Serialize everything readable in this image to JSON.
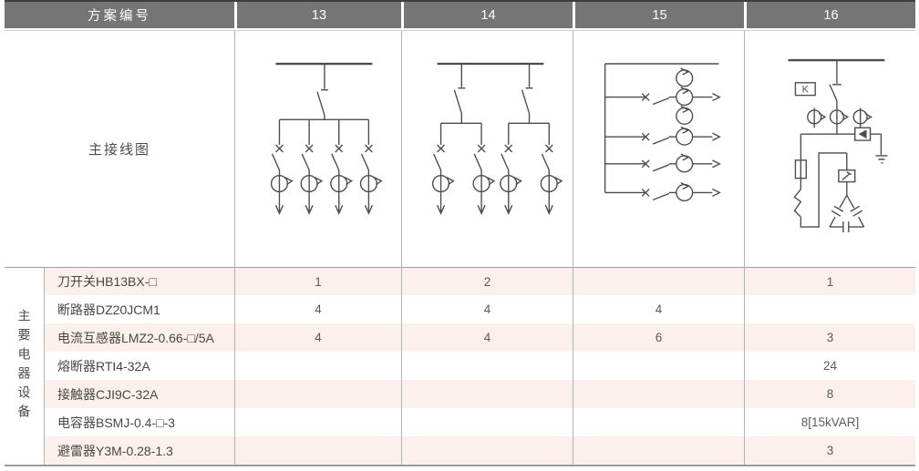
{
  "header": {
    "scheme_label": "方案编号",
    "scheme_numbers": [
      "13",
      "14",
      "15",
      "16"
    ]
  },
  "diagram_section": {
    "label": "主接线图",
    "k_box_label": "K"
  },
  "equipment_section": {
    "group_label": "主要电器设备",
    "rows": [
      {
        "name": "刀开关HB13BX-□",
        "values": [
          "1",
          "2",
          "",
          "1"
        ]
      },
      {
        "name": "断路器DZ20JCM1",
        "values": [
          "4",
          "4",
          "4",
          ""
        ]
      },
      {
        "name": "电流互感器LMZ2-0.66-□/5A",
        "values": [
          "4",
          "4",
          "6",
          "3"
        ]
      },
      {
        "name": "熔断器RTI4-32A",
        "values": [
          "",
          "",
          "",
          "24"
        ]
      },
      {
        "name": "接触器CJI9C-32A",
        "values": [
          "",
          "",
          "",
          "8"
        ]
      },
      {
        "name": "电容器BSMJ-0.4-□-3",
        "values": [
          "",
          "",
          "",
          "8[15kVAR]"
        ]
      },
      {
        "name": "避雷器Y3M-0.28-1.3",
        "values": [
          "",
          "",
          "",
          "3"
        ]
      }
    ]
  },
  "colors": {
    "header_bg": "#757575",
    "header_text": "#ffffff",
    "stripe_bg": "#fcf0ec",
    "top_border": "#3f3f3f",
    "bottom_border": "#9a9a9a",
    "grid_line": "#b3b3b3",
    "diagram_stroke": "#4d4d4d"
  }
}
